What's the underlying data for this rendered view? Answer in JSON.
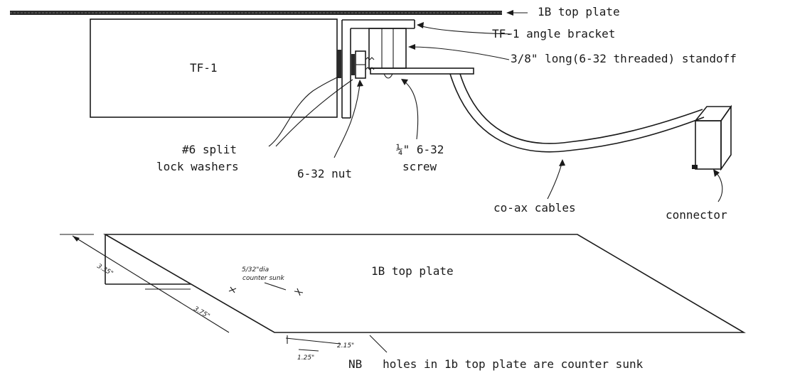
{
  "labels": {
    "top_plate_top": "1B top plate",
    "tf1_box": "TF-1",
    "angle_bracket": "TF-1 angle bracket",
    "standoff": "3/8\" long(6-32 threaded) standoff",
    "lock_washers_1": "#6 split",
    "lock_washers_2": "lock washers",
    "nut": "6-32 nut",
    "screw_1": "¼\" 6-32",
    "screw_2": "screw",
    "coax": "co-ax cables",
    "connector": "connector",
    "top_plate_bottom": "1B top plate",
    "hole_dia_1": "5/32\"dia",
    "hole_dia_2": "counter sunk",
    "dim_335": "3.35\"",
    "dim_375": "3.75\"",
    "dim_215": "2.15\"",
    "dim_125": "1.25\"",
    "note": "NB   holes in 1b top plate are counter sunk"
  }
}
